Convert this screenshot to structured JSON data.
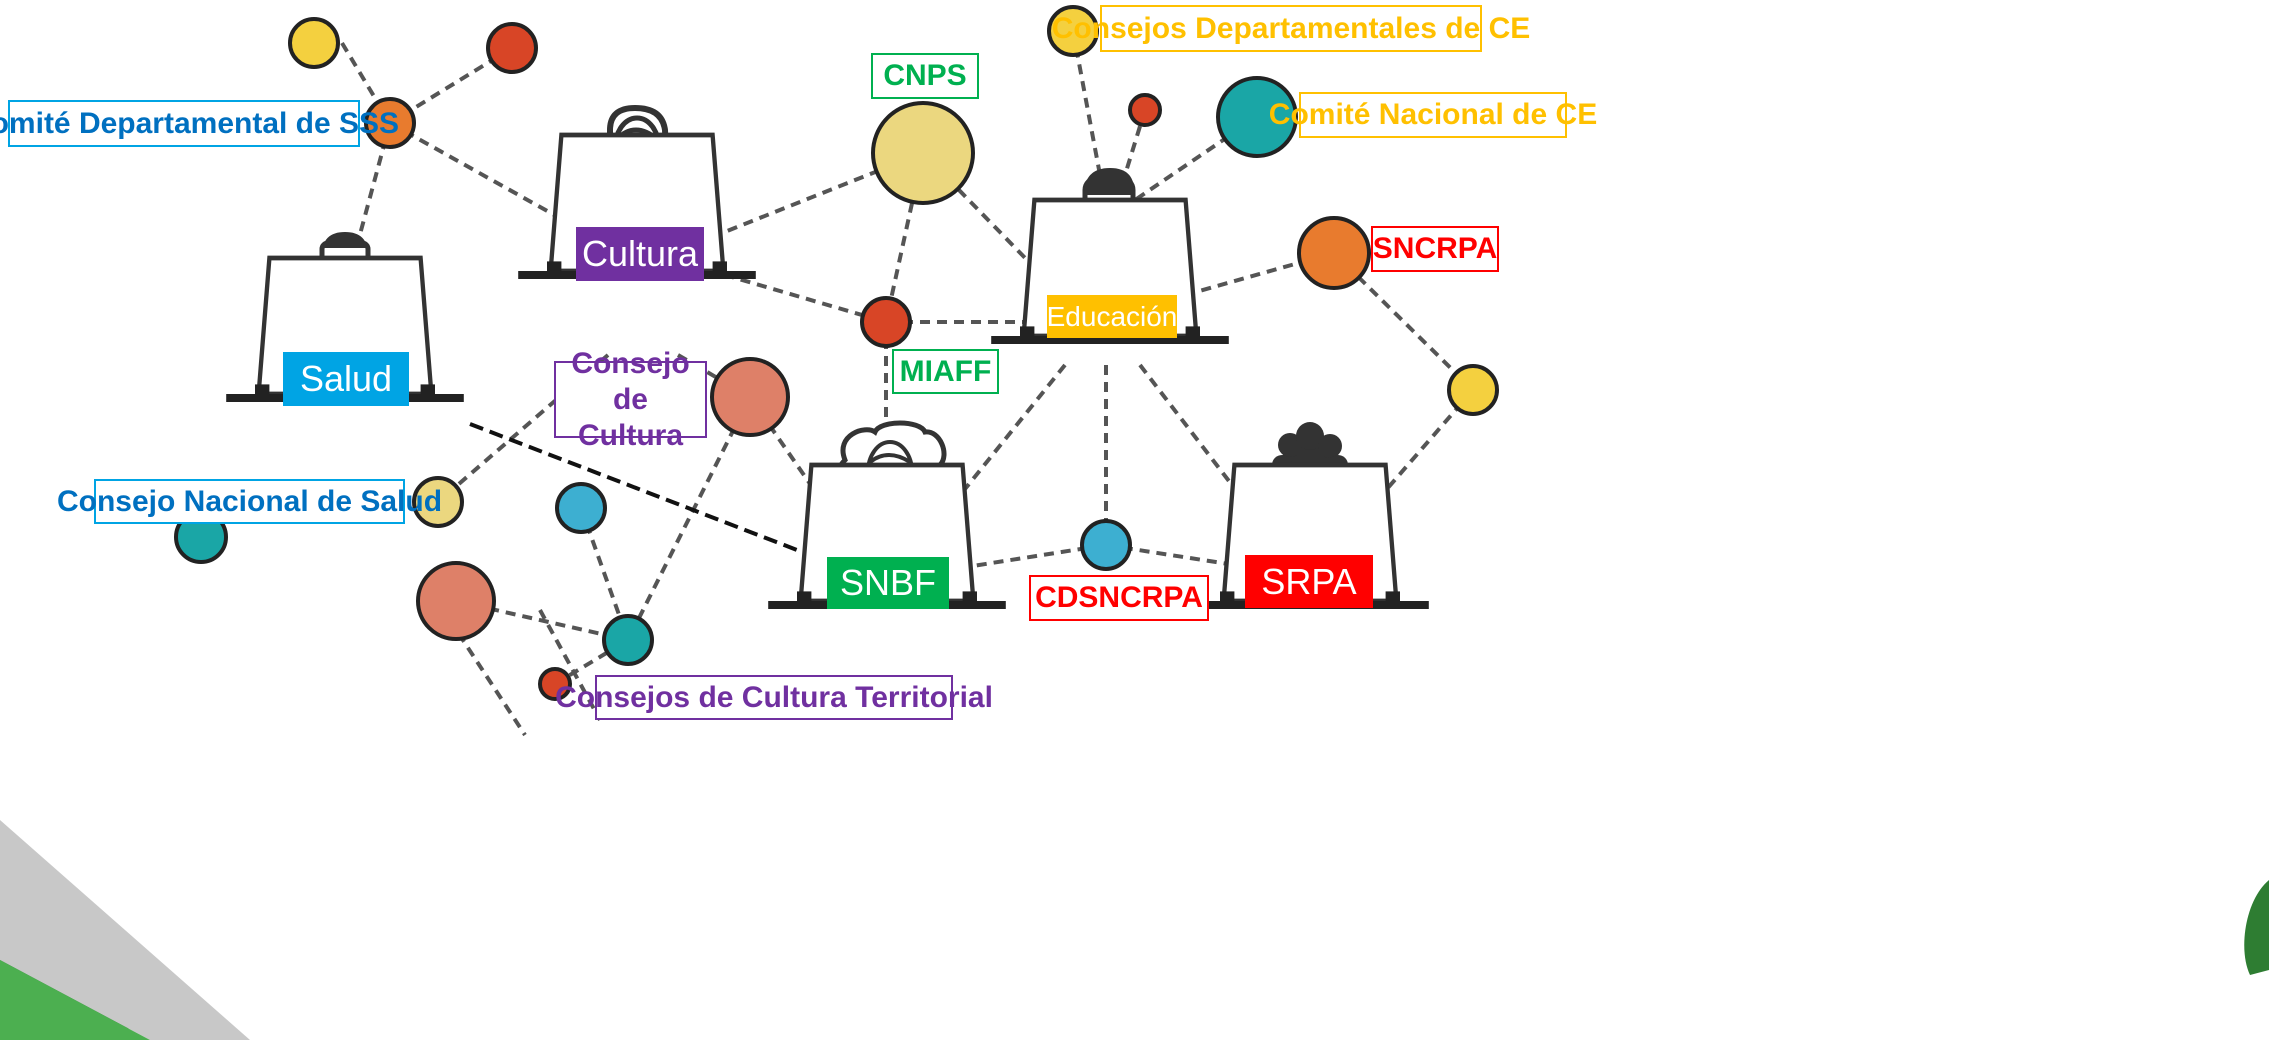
{
  "labels": {
    "comite_dep_sss": "Comité Departamental de SSS",
    "consejo_nacional_salud": "Consejo Nacional de Salud",
    "cnps": "CNPS",
    "consejos_dep_ce": "Consejos Departamentales de CE",
    "comite_nacional_ce": "Comité Nacional de CE",
    "sncrpa": "SNCRPA",
    "miaff": "MIAFF",
    "consejo_cultura": "Consejo de Cultura",
    "cdsncrpa": "CDSNCRPA",
    "consejos_cultura_territorial": "Consejos de Cultura Territorial"
  },
  "actors": {
    "salud": "Salud",
    "cultura": "Cultura",
    "educacion": "Educación",
    "snbf": "SNBF",
    "srpa": "SRPA"
  },
  "colors": {
    "yellow": "#F4D03F",
    "red": "#D84526",
    "orange": "#E87B2E",
    "teal": "#1AA6A6",
    "pale_yellow": "#EBD77F",
    "salmon": "#DE8068",
    "blue": "#3DAFD1",
    "salud_blue": "#00A4E4",
    "cultura_purple": "#7030A0",
    "educacion_amber": "#FFC000",
    "snbf_green": "#00B050",
    "srpa_red": "#FF0000",
    "label_blue": "#0070C0",
    "label_green": "#00B050",
    "label_gold": "#FFC000",
    "label_red": "#FF0000",
    "label_purple": "#7030A0"
  }
}
